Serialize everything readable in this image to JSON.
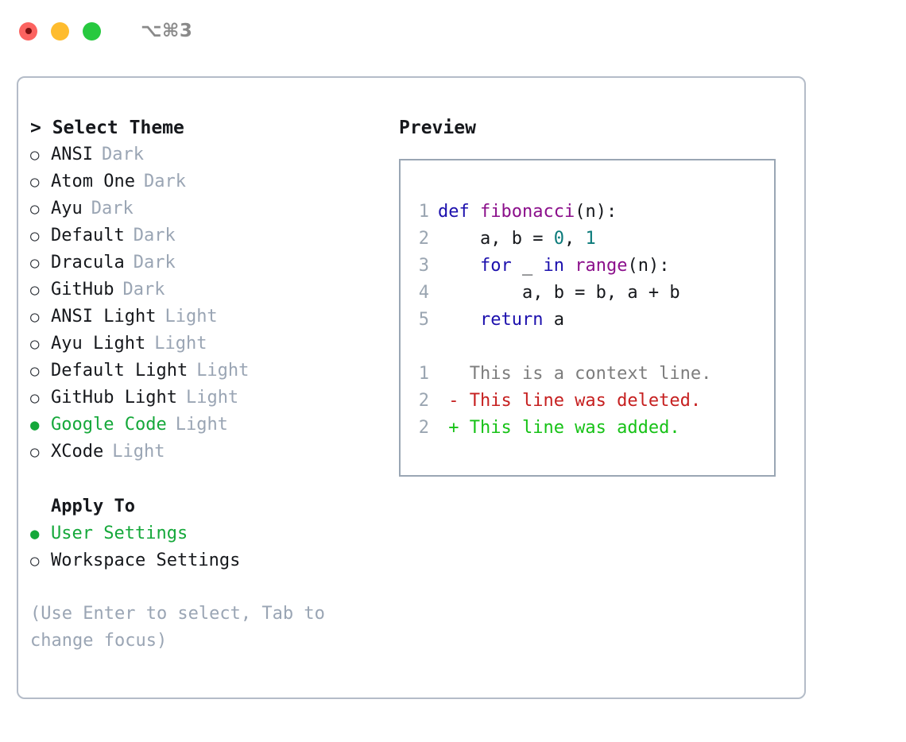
{
  "window": {
    "shortcut": "⌥⌘3",
    "traffic_lights": [
      {
        "name": "close-button",
        "color": "#fc6360",
        "recording": true
      },
      {
        "name": "minimize-button",
        "color": "#febc2e",
        "recording": false
      },
      {
        "name": "maximize-button",
        "color": "#27c93f",
        "recording": false
      }
    ],
    "accent_green": "#15a83a",
    "border_color": "#b4bcc8"
  },
  "theme_picker": {
    "header": "> Select Theme",
    "bullet_on": "●",
    "bullet_off": "○",
    "items": [
      {
        "name": "ANSI",
        "tag": "Dark",
        "selected": false
      },
      {
        "name": "Atom One",
        "tag": "Dark",
        "selected": false
      },
      {
        "name": "Ayu",
        "tag": "Dark",
        "selected": false
      },
      {
        "name": "Default",
        "tag": "Dark",
        "selected": false
      },
      {
        "name": "Dracula",
        "tag": "Dark",
        "selected": false
      },
      {
        "name": "GitHub",
        "tag": "Dark",
        "selected": false
      },
      {
        "name": "ANSI Light",
        "tag": "Light",
        "selected": false
      },
      {
        "name": "Ayu Light",
        "tag": "Light",
        "selected": false
      },
      {
        "name": "Default Light",
        "tag": "Light",
        "selected": false
      },
      {
        "name": "GitHub Light",
        "tag": "Light",
        "selected": false
      },
      {
        "name": "Google Code",
        "tag": "Light",
        "selected": true
      },
      {
        "name": "XCode",
        "tag": "Light",
        "selected": false
      }
    ]
  },
  "apply_to": {
    "title": "Apply To",
    "options": [
      {
        "name": "User Settings",
        "selected": true
      },
      {
        "name": "Workspace Settings",
        "selected": false
      }
    ]
  },
  "hint": "(Use Enter to select, Tab to change focus)",
  "preview": {
    "header": "Preview",
    "code_lines": [
      {
        "no": "1",
        "tokens": [
          {
            "t": "def",
            "c": "kw"
          },
          {
            "t": " ",
            "c": "plain"
          },
          {
            "t": "fibonacci",
            "c": "fn"
          },
          {
            "t": "(n):",
            "c": "plain"
          }
        ]
      },
      {
        "no": "2",
        "tokens": [
          {
            "t": "    a, b = ",
            "c": "plain"
          },
          {
            "t": "0",
            "c": "num"
          },
          {
            "t": ", ",
            "c": "plain"
          },
          {
            "t": "1",
            "c": "num"
          }
        ]
      },
      {
        "no": "3",
        "tokens": [
          {
            "t": "    ",
            "c": "plain"
          },
          {
            "t": "for",
            "c": "kw"
          },
          {
            "t": " _ ",
            "c": "plain"
          },
          {
            "t": "in",
            "c": "kw"
          },
          {
            "t": " ",
            "c": "plain"
          },
          {
            "t": "range",
            "c": "fn"
          },
          {
            "t": "(n):",
            "c": "plain"
          }
        ]
      },
      {
        "no": "4",
        "tokens": [
          {
            "t": "        a, b = b, a + b",
            "c": "plain"
          }
        ]
      },
      {
        "no": "5",
        "tokens": [
          {
            "t": "    ",
            "c": "plain"
          },
          {
            "t": "return",
            "c": "kw"
          },
          {
            "t": " a",
            "c": "plain"
          }
        ]
      }
    ],
    "diff_lines": [
      {
        "no": "1",
        "kind": "context",
        "text": "   This is a context line."
      },
      {
        "no": "2",
        "kind": "del",
        "text": " - This line was deleted."
      },
      {
        "no": "2",
        "kind": "add",
        "text": " + This line was added."
      }
    ]
  }
}
